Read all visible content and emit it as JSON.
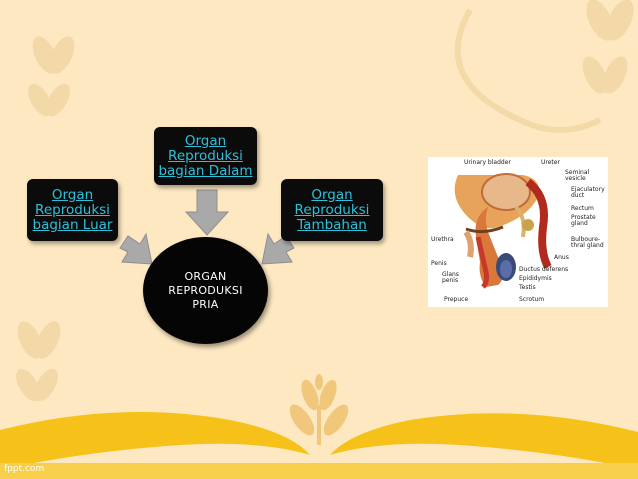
{
  "diagram": {
    "center": "ORGAN\nREPRODUKSI\nPRIA",
    "box_dalam": "Organ\nReproduksi\nbagian Dalam",
    "box_luar": "Organ\nReproduksi\nbagian Luar",
    "box_tambahan": "Organ\nReproduksi\nTambahan"
  },
  "anatomy": {
    "labels": {
      "urinary_bladder": "Urinary bladder",
      "ureter": "Ureter",
      "seminal_vesicle": "Seminal\nvesicle",
      "ejaculatory_duct": "Ejaculatory\nduct",
      "rectum": "Rectum",
      "prostate_gland": "Prostate\ngland",
      "bulbourethral_gland": "Bulboure-\nthral gland",
      "anus": "Anus",
      "urethra": "Urethra",
      "penis": "Penis",
      "glans_penis": "Glans\npenis",
      "prepuce": "Prepuce",
      "ductus_deferens": "Ductus deferens",
      "epididymis": "Epididymis",
      "testis": "Testis",
      "scrotum": "Scrotum"
    }
  },
  "footer": {
    "credit": "fppt.com"
  },
  "colors": {
    "background": "#fde8c2",
    "box_fill": "#0b0b0b",
    "box_text": "#2ec0d8",
    "arrow": "#a9a9a9",
    "wave": "#f6c21a"
  }
}
